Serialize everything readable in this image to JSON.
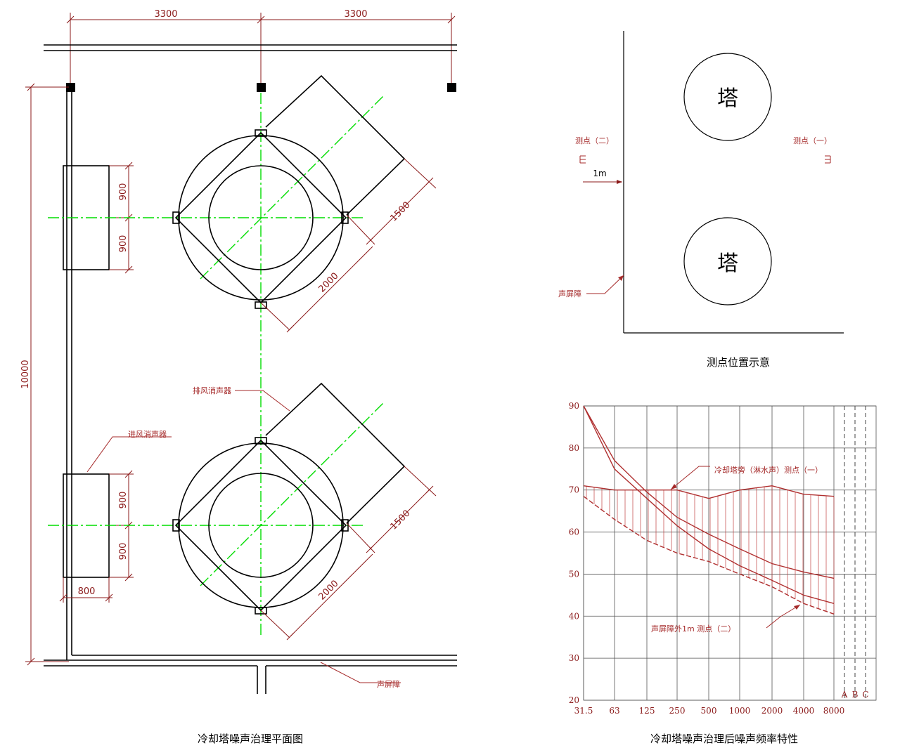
{
  "plan": {
    "caption": "冷却塔噪声治理平面图",
    "dims": {
      "top_left": "3300",
      "top_right": "3300",
      "height_total": "10000",
      "silencer_upper_a": "900",
      "silencer_upper_b": "900",
      "silencer_lower_a": "900",
      "silencer_lower_b": "900",
      "silencer_width": "800",
      "duct_upper_width": "1500",
      "duct_upper_length": "2000",
      "duct_lower_width": "1500",
      "duct_lower_length": "2000"
    },
    "labels": {
      "exhaust_silencer": "排风消声器",
      "intake_silencer": "进风消声器",
      "sound_barrier": "声屏障"
    }
  },
  "location": {
    "caption": "测点位置示意",
    "tower_upper": "塔",
    "tower_lower": "塔",
    "point_two": "测点（二）",
    "point_one": "测点（一）",
    "distance": "1m",
    "barrier": "声屏障"
  },
  "chart_data": {
    "type": "line",
    "title": "冷却塔噪声治理后噪声频率特性",
    "categories": [
      "31.5",
      "63",
      "125",
      "250",
      "500",
      "1000",
      "2000",
      "4000",
      "8000"
    ],
    "extra_columns": [
      "A",
      "B",
      "C"
    ],
    "ylim": [
      20,
      90
    ],
    "yticks": [
      "90",
      "80",
      "70",
      "60",
      "50",
      "40",
      "30",
      "20"
    ],
    "grid": true,
    "series": [
      {
        "name": "冷却塔旁（淋水声）测点（一）",
        "values": [
          71,
          70,
          70,
          70,
          68,
          70,
          71,
          69,
          68.5
        ]
      },
      {
        "name": "声屏障外1m 测点（二）",
        "values": [
          68.5,
          63,
          58,
          55,
          53,
          50,
          47,
          43,
          40.5
        ]
      }
    ],
    "reference_curves": [
      {
        "values": [
          90,
          77,
          69.5,
          63.5,
          59.5,
          56,
          52.5,
          50.5,
          49
        ]
      },
      {
        "values": [
          90,
          75,
          68,
          61.5,
          56,
          52,
          48.5,
          45,
          43
        ]
      }
    ],
    "annotations": {
      "upper": "冷却塔旁（淋水声）测点（一）",
      "lower": "声屏障外1m 测点（二）"
    }
  }
}
